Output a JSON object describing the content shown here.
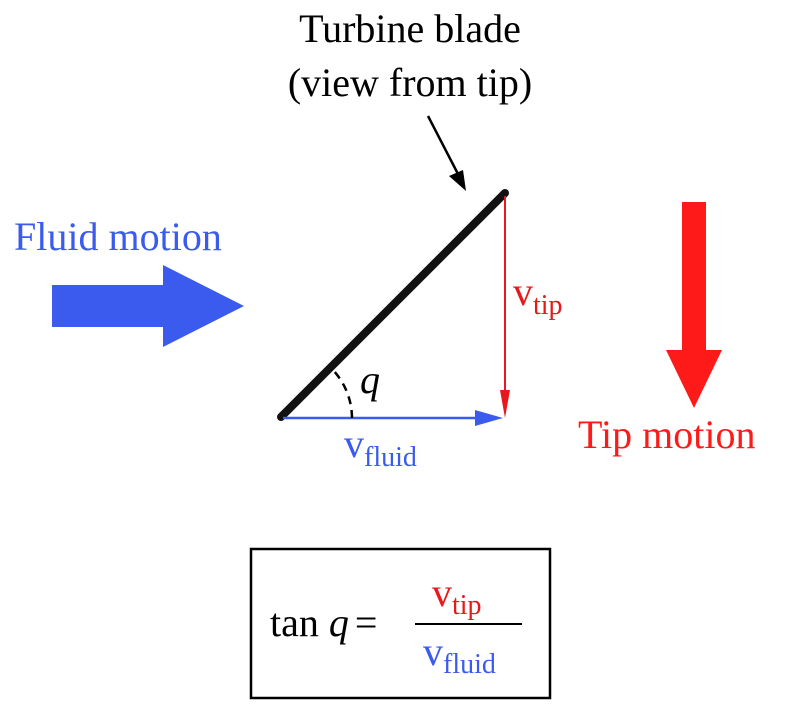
{
  "blade_label": {
    "line1": "Turbine blade",
    "line2": "(view from tip)"
  },
  "fluid_motion": {
    "label": "Fluid motion",
    "color": "#3b5bef"
  },
  "tip_motion": {
    "label": "Tip motion",
    "color": "#ff1a1a"
  },
  "vectors": {
    "v_symbol": "v",
    "tip_subscript": "tip",
    "fluid_subscript": "fluid",
    "tip_color": "#e8191c",
    "fluid_color": "#3b5bef"
  },
  "angle": {
    "symbol": "q"
  },
  "formula": {
    "lhs": "tan",
    "angle": "q",
    "equals": "=",
    "numerator_v": "v",
    "numerator_sub": "tip",
    "denominator_v": "v",
    "denominator_sub": "fluid"
  }
}
